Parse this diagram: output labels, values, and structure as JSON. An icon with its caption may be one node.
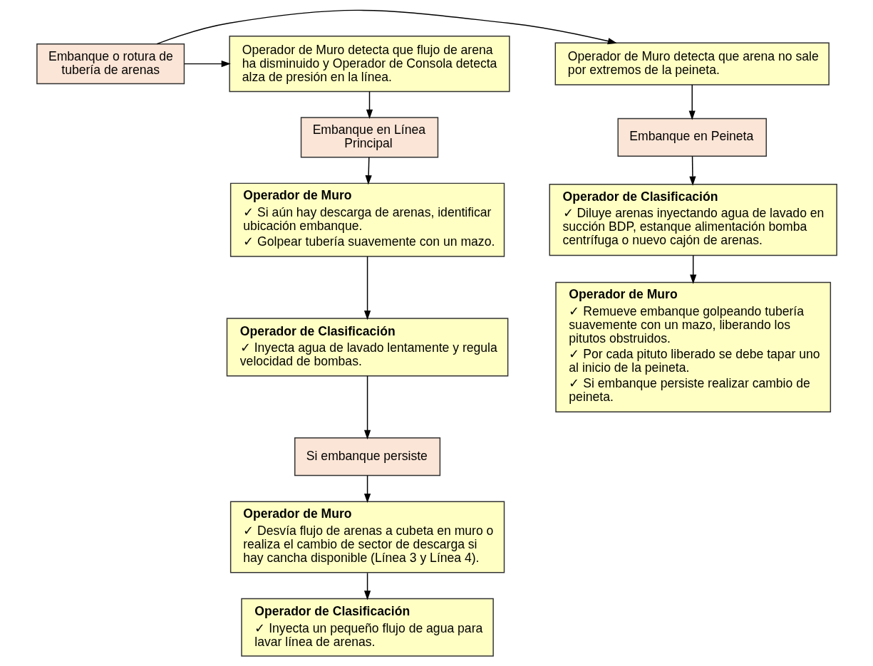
{
  "diagram": {
    "nodes": [
      {
        "text": [
          "Embanque o rotura de tubería de arenas"
        ]
      },
      {
        "text": [
          "Operador de Muro detecta que arena no sale por extremos de la peineta."
        ]
      },
      {
        "text": [
          "Operador de Muro detecta que flujo de arena ha disminuido y Operador de Consola detecta alza de presión en la línea."
        ]
      },
      {
        "text": [
          "Embanque en Peineta"
        ]
      },
      {
        "text": [
          "Operador de Clasificación",
          "✓ Diluye arenas inyectando agua de lavado en succión BDP, estanque alimentación bomba centrífuga o nuevo cajón de arenas."
        ]
      },
      {
        "text": [
          "Operador de Muro",
          "✓ Remueve embanque golpeando tubería suavemente con un mazo, liberando los pitutos obstruidos.",
          "✓ Por cada pituto liberado se debe tapar uno al inicio de la peineta.",
          "✓ Si embanque persiste realizar cambio de peineta."
        ]
      },
      {
        "text": [
          "Embanque en Línea Principal"
        ]
      },
      {
        "text": [
          "Operador de Muro",
          "✓ Si aún hay descarga de arenas, identificar ubicación embanque.",
          "✓ Golpear tubería suavemente con un mazo."
        ]
      },
      {
        "text": [
          "Operador de Clasificación",
          "✓ Inyecta agua de lavado lentamente y regula velocidad de bombas."
        ]
      },
      {
        "text": [
          "Si embanque persiste"
        ]
      },
      {
        "text": [
          "Operador de Muro",
          "✓ Desvía flujo de arenas a cubeta en muro o realiza el cambio de sector de descarga si hay cancha disponible (Línea 3 y Línea 4)."
        ]
      },
      {
        "text": [
          "Operador de Clasificación",
          "✓ Inyecta un pequeño flujo de agua para lavar línea de arenas."
        ]
      }
    ],
    "edges": [
      {
        "from": 0,
        "to": 1,
        "arrow": "to"
      },
      {
        "from": 0,
        "to": 2,
        "arrow": "to"
      },
      {
        "from": 1,
        "to": 3,
        "arrow": "to"
      },
      {
        "from": 3,
        "to": 4,
        "arrow": "to"
      },
      {
        "from": 4,
        "to": 5,
        "arrow": "to"
      },
      {
        "from": 2,
        "to": 6,
        "arrow": "to"
      },
      {
        "from": 6,
        "to": 7,
        "arrow": "to"
      },
      {
        "from": 7,
        "to": 8,
        "arrow": "to"
      },
      {
        "from": 8,
        "to": 9,
        "arrow": "to"
      },
      {
        "from": 9,
        "to": 10,
        "arrow": "to"
      },
      {
        "from": 10,
        "to": 11,
        "arrow": "to"
      }
    ]
  }
}
